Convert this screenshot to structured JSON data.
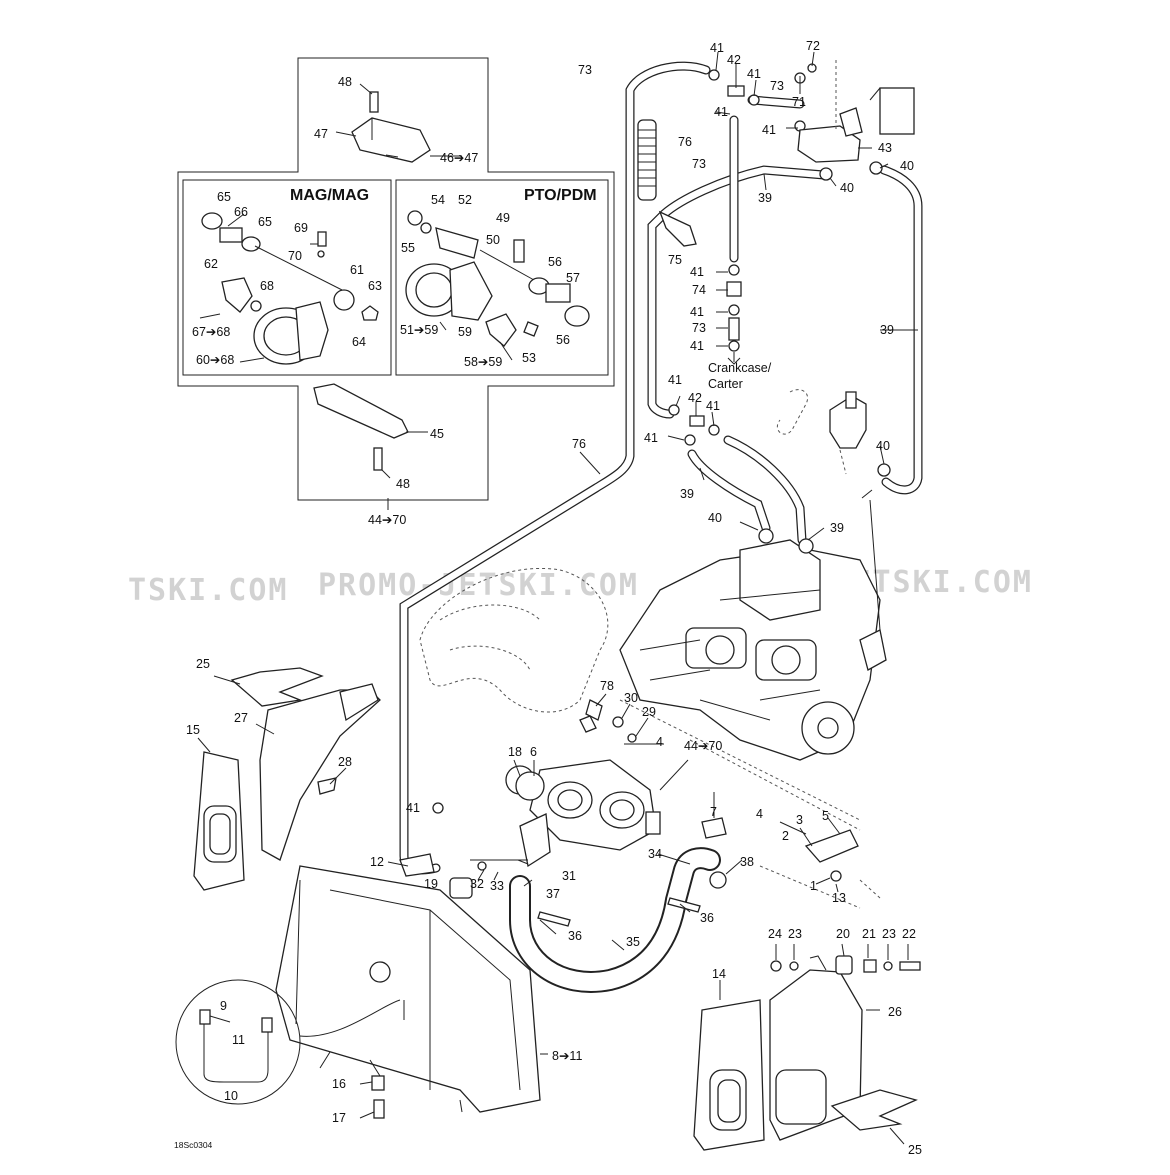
{
  "watermark": [
    "TSKI.COM",
    "PROMO-JETSKI.COM",
    "PROMO-JETSKI.COM"
  ],
  "insets": {
    "mag_title": "MAG/MAG",
    "pto_title": "PTO/PDM"
  },
  "notes": {
    "crankcase_line1": "Crankcase/",
    "crankcase_line2": "Carter"
  },
  "drawing_code": "18Sc0304",
  "labels": {
    "l48a": "48",
    "l47": "47",
    "l46_47": "46➔47",
    "l65a": "65",
    "l66": "66",
    "l65b": "65",
    "l69": "69",
    "l70": "70",
    "l62": "62",
    "l68": "68",
    "l61": "61",
    "l63": "63",
    "l67_68": "67➔68",
    "l60_68": "60➔68",
    "l64": "64",
    "l54": "54",
    "l52": "52",
    "l49": "49",
    "l55": "55",
    "l50": "50",
    "l56a": "56",
    "l57": "57",
    "l51_59": "51➔59",
    "l59": "59",
    "l56b": "56",
    "l58_59": "58➔59",
    "l53": "53",
    "l45": "45",
    "l48b": "48",
    "l44_70a": "44➔70",
    "l73a": "73",
    "l41a": "41",
    "l42a": "42",
    "l41b": "41",
    "l73b": "73",
    "l72": "72",
    "l71": "71",
    "l41c": "41",
    "l41d": "41",
    "l76a": "76",
    "l73c": "73",
    "l43": "43",
    "l40a": "40",
    "l40b": "40",
    "l39a": "39",
    "l75": "75",
    "l41e": "41",
    "l74": "74",
    "l41f": "41",
    "l73d": "73",
    "l41g": "41",
    "l39b": "39",
    "l41h": "41",
    "l42b": "42",
    "l41i": "41",
    "l41j": "41",
    "l40c": "40",
    "l76b": "76",
    "l39c": "39",
    "l40d": "40",
    "l39d": "39",
    "l25a": "25",
    "l27": "27",
    "l15": "15",
    "l78": "78",
    "l30": "30",
    "l29": "29",
    "l4a": "4",
    "l18": "18",
    "l6": "6",
    "l44_70b": "44➔70",
    "l28": "28",
    "l41k": "41",
    "l4b": "4",
    "l3": "3",
    "l5": "5",
    "l7": "7",
    "l2": "2",
    "l12": "12",
    "l31": "31",
    "l34": "34",
    "l38": "38",
    "l19": "19",
    "l32": "32",
    "l33": "33",
    "l37": "37",
    "l1": "1",
    "l13": "13",
    "l36a": "36",
    "l36b": "36",
    "l35": "35",
    "l24": "24",
    "l23a": "23",
    "l20": "20",
    "l21": "21",
    "l23b": "23",
    "l22": "22",
    "l14": "14",
    "l26": "26",
    "l9": "9",
    "l11": "11",
    "l10": "10",
    "l8_11": "8➔11",
    "l16": "16",
    "l17": "17",
    "l25b": "25"
  }
}
